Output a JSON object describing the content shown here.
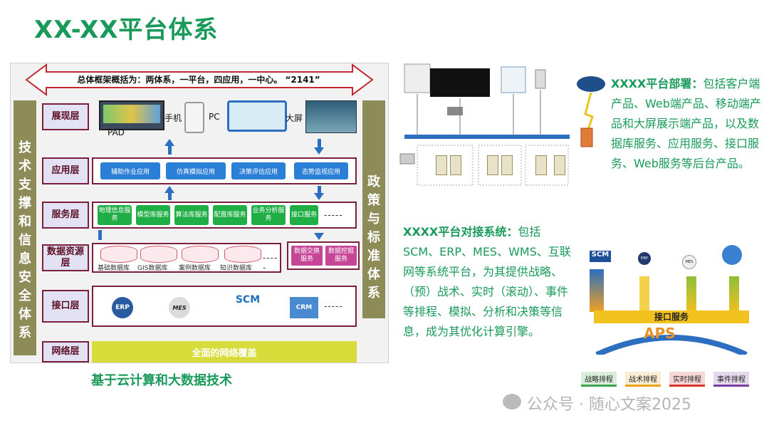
{
  "page_title": "XX-XX平台体系",
  "arch": {
    "banner": "总体框架概括为：两体系，一平台，四应用，一中心。 “2141”",
    "left_side": "技术支撑和信息安全体系",
    "right_side": "政策与标准体系",
    "layers": {
      "display": "展现层",
      "application": "应用层",
      "service": "服务层",
      "data": "数据资源层",
      "interface": "接口层",
      "network": "网络层"
    },
    "display_items": [
      "PAD",
      "手机",
      "PC",
      "大屏"
    ],
    "app_items": [
      "辅助作业应用",
      "仿真模拟应用",
      "决策评估应用",
      "态势监视应用"
    ],
    "service_items": [
      "地理信息服务",
      "模型库服务",
      "算法库服务",
      "配置库服务",
      "业务分析服务",
      "接口服务"
    ],
    "data_items": [
      "基础数据库",
      "GIS数据库",
      "案例数据库",
      "知识数据库"
    ],
    "data_pink": [
      "数据交换服务",
      "数据挖掘服务"
    ],
    "interface_items": [
      "ERP",
      "MES",
      "SCM",
      "CRM"
    ],
    "network": "全面的网络覆盖",
    "dots": "-----"
  },
  "arch_caption": "基于云计算和大数据技术",
  "deploy": {
    "title": "XXXX平台部署：",
    "text": "包括客户端产品、Web端产品、移动端产品和大屏展示端产品，以及数据库服务、应用服务、接口服务、Web服务等后台产品。"
  },
  "integrate": {
    "title": "XXXX平台对接系统：",
    "text": "包括SCM、ERP、MES、WMS、互联网等系统平台，为其提供战略、（预）战术、实时（滚动）、事件等排程、模拟、分析和决策等信息，成为其优化计算引擎。"
  },
  "aps": {
    "interface_label": "接口服务",
    "aps_label": "APS",
    "sources": [
      "SCM",
      "ERP",
      "MES"
    ],
    "buttons": [
      "战略排程",
      "战术排程",
      "实时排程",
      "事件排程"
    ],
    "colors": [
      "#3fa34d",
      "#e8a317",
      "#d9362b",
      "#7a3fa0"
    ]
  },
  "watermark": "公众号 · 随心文案2025"
}
